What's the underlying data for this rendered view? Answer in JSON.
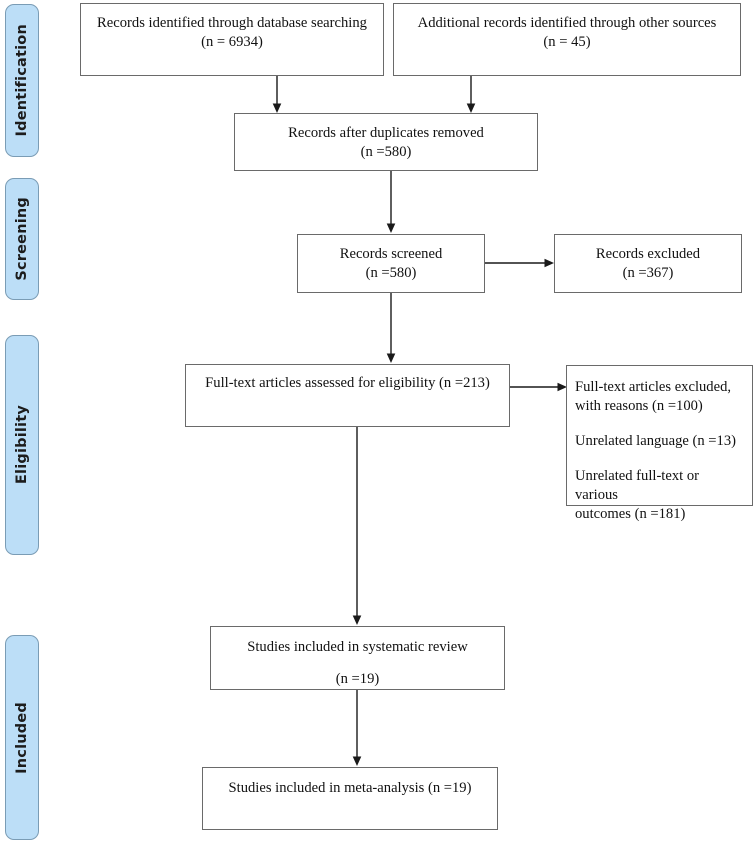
{
  "diagram": {
    "type": "prisma-flow-diagram",
    "title": "PRISMA flow diagram",
    "accent_color": "#bcdef7",
    "accent_border_color": "#7a9cb5",
    "box_border_color": "#6a6a6a",
    "text_color": "#111111",
    "background": "#ffffff"
  },
  "stages": [
    {
      "id": "identification",
      "label": "Identification"
    },
    {
      "id": "screening",
      "label": "Screening"
    },
    {
      "id": "eligibility",
      "label": "Eligibility"
    },
    {
      "id": "included",
      "label": "Included"
    }
  ],
  "boxes": {
    "records_database": {
      "line1": "Records identified through database searching",
      "line2": "(n = 6934)"
    },
    "records_other": {
      "line1": "Additional records identified through other sources",
      "line2": "(n = 45)"
    },
    "duplicates_removed": {
      "line1": "Records after duplicates removed",
      "line2": "(n =580)"
    },
    "records_screened": {
      "line1": "Records screened",
      "line2": "(n =580)"
    },
    "records_excluded": {
      "line1": "Records excluded",
      "line2": "(n =367)"
    },
    "fulltext_assessed": {
      "line1": "Full-text articles assessed for eligibility (n =213)"
    },
    "fulltext_excluded": {
      "line1": "Full-text articles excluded,",
      "line2": "with reasons (n =100)",
      "line3": "Unrelated language (n =13)",
      "line4": "Unrelated full-text or various",
      "line5": "outcomes (n =181)"
    },
    "systematic_review": {
      "line1": "Studies included in systematic review",
      "line2": "(n =19)"
    },
    "meta_analysis": {
      "line1": "Studies included in meta-analysis (n =19)"
    }
  },
  "chart_data": {
    "type": "diagram",
    "title": "PRISMA flow diagram",
    "nodes": [
      {
        "id": "records_database",
        "stage": "Identification",
        "label": "Records identified through database searching",
        "n": 6934
      },
      {
        "id": "records_other",
        "stage": "Identification",
        "label": "Additional records identified through other sources",
        "n": 45
      },
      {
        "id": "duplicates_removed",
        "stage": "Identification",
        "label": "Records after duplicates removed",
        "n": 580
      },
      {
        "id": "records_screened",
        "stage": "Screening",
        "label": "Records screened",
        "n": 580
      },
      {
        "id": "records_excluded",
        "stage": "Screening",
        "label": "Records excluded",
        "n": 367
      },
      {
        "id": "fulltext_assessed",
        "stage": "Eligibility",
        "label": "Full-text articles assessed for eligibility",
        "n": 213
      },
      {
        "id": "fulltext_excluded",
        "stage": "Eligibility",
        "label": "Full-text articles excluded, with reasons",
        "n": 100,
        "reasons": [
          {
            "label": "Unrelated language",
            "n": 13
          },
          {
            "label": "Unrelated full-text or various outcomes",
            "n": 181
          }
        ]
      },
      {
        "id": "systematic_review",
        "stage": "Included",
        "label": "Studies included in systematic review",
        "n": 19
      },
      {
        "id": "meta_analysis",
        "stage": "Included",
        "label": "Studies included in meta-analysis",
        "n": 19
      }
    ],
    "edges": [
      {
        "from": "records_database",
        "to": "duplicates_removed"
      },
      {
        "from": "records_other",
        "to": "duplicates_removed"
      },
      {
        "from": "duplicates_removed",
        "to": "records_screened"
      },
      {
        "from": "records_screened",
        "to": "records_excluded"
      },
      {
        "from": "records_screened",
        "to": "fulltext_assessed"
      },
      {
        "from": "fulltext_assessed",
        "to": "fulltext_excluded"
      },
      {
        "from": "fulltext_assessed",
        "to": "systematic_review"
      },
      {
        "from": "systematic_review",
        "to": "meta_analysis"
      }
    ]
  }
}
